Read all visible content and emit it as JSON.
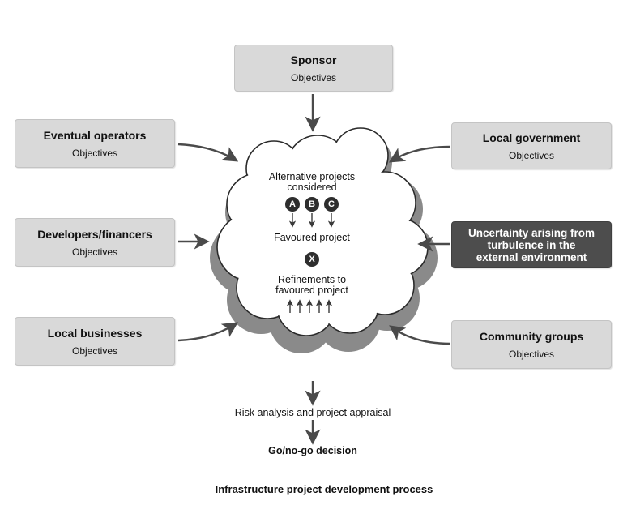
{
  "stakeholders": {
    "sponsor": {
      "title": "Sponsor",
      "subtitle": "Objectives"
    },
    "eventual_operators": {
      "title": "Eventual operators",
      "subtitle": "Objectives"
    },
    "local_government": {
      "title": "Local government",
      "subtitle": "Objectives"
    },
    "developers_financers": {
      "title": "Developers/financers",
      "subtitle": "Objectives"
    },
    "local_businesses": {
      "title": "Local businesses",
      "subtitle": "Objectives"
    },
    "community_groups": {
      "title": "Community groups",
      "subtitle": "Objectives"
    }
  },
  "uncertainty": {
    "line1": "Uncertainty arising from",
    "line2": "turbulence in the",
    "line3": "external environment"
  },
  "cloud": {
    "alt_line1": "Alternative projects",
    "alt_line2": "considered",
    "options": [
      "A",
      "B",
      "C"
    ],
    "favoured": "Favoured project",
    "favoured_marker": "X",
    "refine_line1": "Refinements to",
    "refine_line2": "favoured project"
  },
  "flow": {
    "risk_analysis": "Risk analysis and project appraisal",
    "decision": "Go/no-go decision"
  },
  "caption": "Infrastructure project development process",
  "colors": {
    "box_fill": "#d9d9d9",
    "dark_box_fill": "#4d4d4d",
    "arrow": "#4a4a4a",
    "cloud_shadow": "#8a8a8a"
  }
}
